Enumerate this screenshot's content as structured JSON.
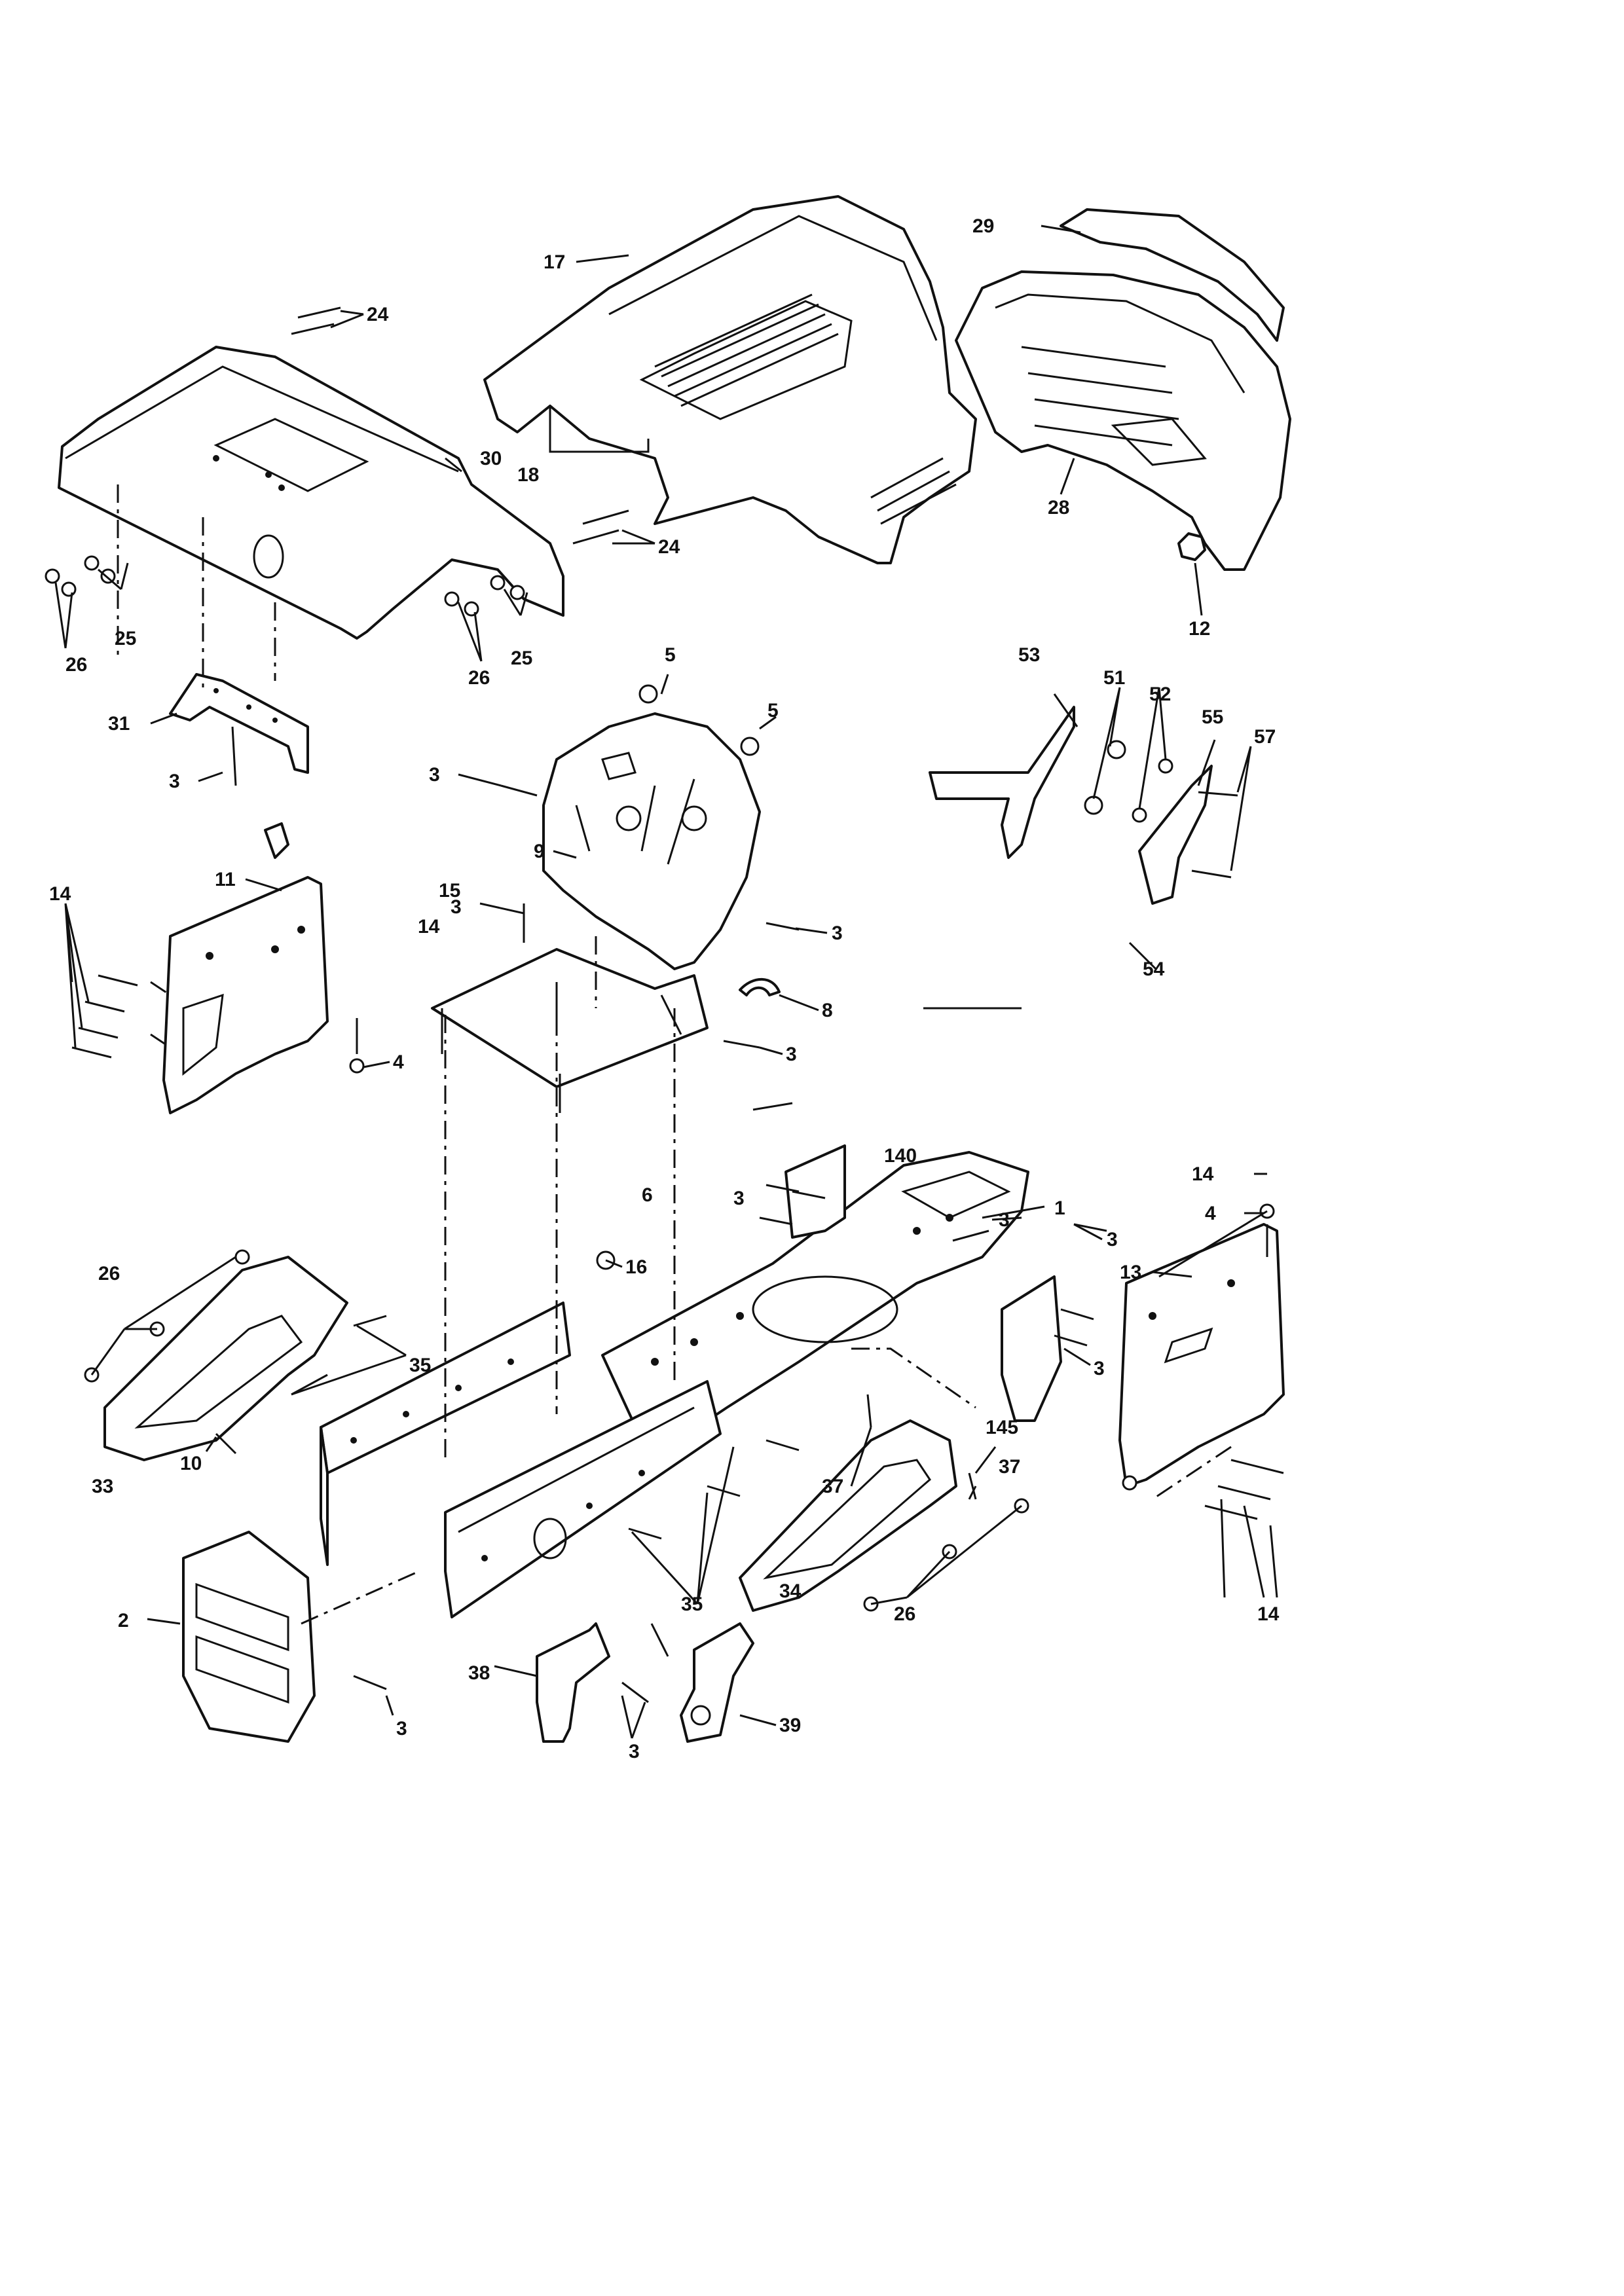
{
  "diagram": {
    "callouts": {
      "c1": "1",
      "c2": "2",
      "c3": "3",
      "c4": "4",
      "c5": "5",
      "c6": "6",
      "c8": "8",
      "c9": "9",
      "c10": "10",
      "c11": "11",
      "c12": "12",
      "c13": "13",
      "c14": "14",
      "c15": "15",
      "c16": "16",
      "c17": "17",
      "c18": "18",
      "c24": "24",
      "c25": "25",
      "c26": "26",
      "c28": "28",
      "c29": "29",
      "c30": "30",
      "c31": "31",
      "c33": "33",
      "c34": "34",
      "c35": "35",
      "c37": "37",
      "c38": "38",
      "c39": "39",
      "c51": "51",
      "c52": "52",
      "c53": "53",
      "c54": "54",
      "c55": "55",
      "c57": "57",
      "c140": "140",
      "c145": "145"
    }
  }
}
